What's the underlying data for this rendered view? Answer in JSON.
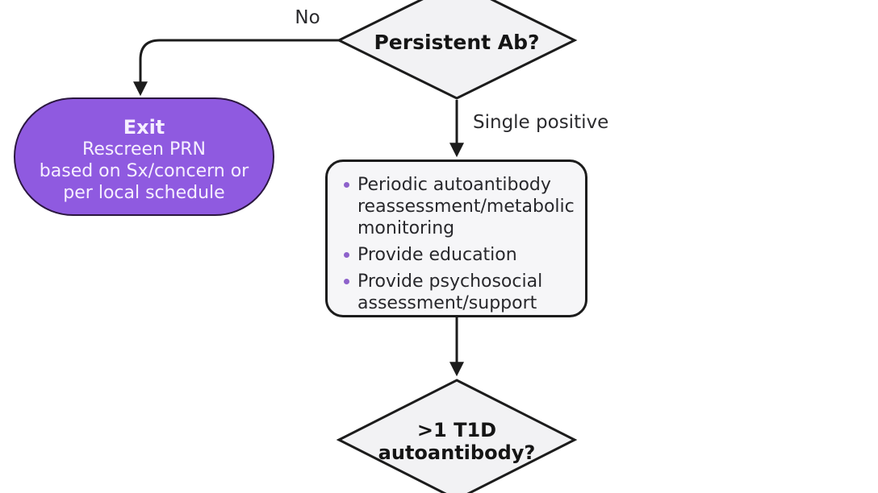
{
  "flowchart": {
    "top_decision": {
      "label": "Persistent Ab?"
    },
    "no_edge": {
      "label": "No"
    },
    "single_positive_edge": {
      "label": "Single positive"
    },
    "exit_node": {
      "title": "Exit",
      "body": "Rescreen PRN\nbased on Sx/concern or\nper local schedule"
    },
    "monitoring_box": {
      "items": [
        "Periodic autoantibody reassessment/metabolic monitoring",
        "Provide education",
        "Provide psychosocial assessment/support"
      ]
    },
    "bottom_decision": {
      "label": ">1 T1D\nautoantibody?"
    }
  },
  "colors": {
    "exit_node_fill": "#8f5ae0",
    "exit_node_border": "#2b1740",
    "exit_node_text": "#f6efff",
    "decision_fill": "#f2f2f4",
    "action_box_fill": "#f6f6f8",
    "outline": "#1c1c1c",
    "bullet": "#8e62cb",
    "label_text": "#2b2b2e"
  }
}
